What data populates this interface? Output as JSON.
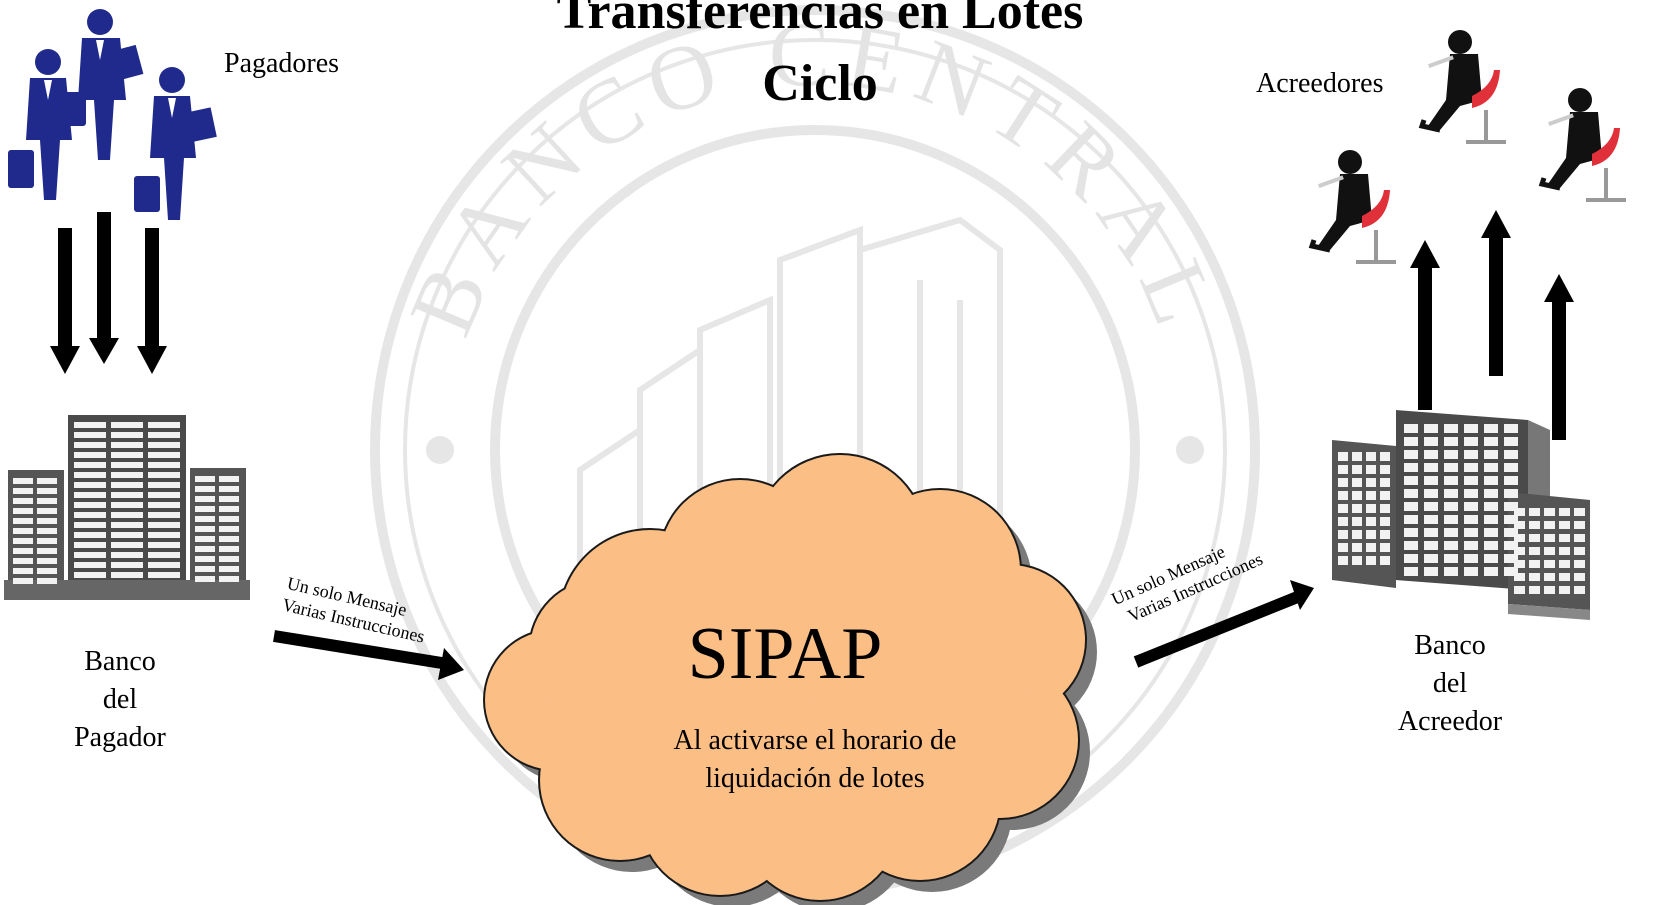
{
  "title": {
    "line1": "Transferencias en Lotes",
    "line2": "Ciclo"
  },
  "watermark": {
    "text": "BANCO CENTRAL"
  },
  "payers": {
    "label": "Pagadores"
  },
  "creditors": {
    "label": "Acreedores"
  },
  "payer_bank": {
    "line1": "Banco",
    "line2": "del",
    "line3": "Pagador"
  },
  "creditor_bank": {
    "line1": "Banco",
    "line2": "del",
    "line3": "Acreedor"
  },
  "left_arrow_note": {
    "line1": "Un solo Mensaje",
    "line2": "Varias Instrucciones"
  },
  "right_arrow_note": {
    "line1": "Un solo Mensaje",
    "line2": "Varias Instrucciones"
  },
  "cloud": {
    "title": "SIPAP",
    "subtitle_line1": "Al activarse el horario de",
    "subtitle_line2": "liquidación de lotes",
    "fill": "#FBBF86",
    "shadow": "#7a7a7a"
  },
  "colors": {
    "payer_figure": "#1f2a8c",
    "building": "#4a4a4a",
    "chair": "#e0303a",
    "watermark": "#e4e4e4"
  }
}
